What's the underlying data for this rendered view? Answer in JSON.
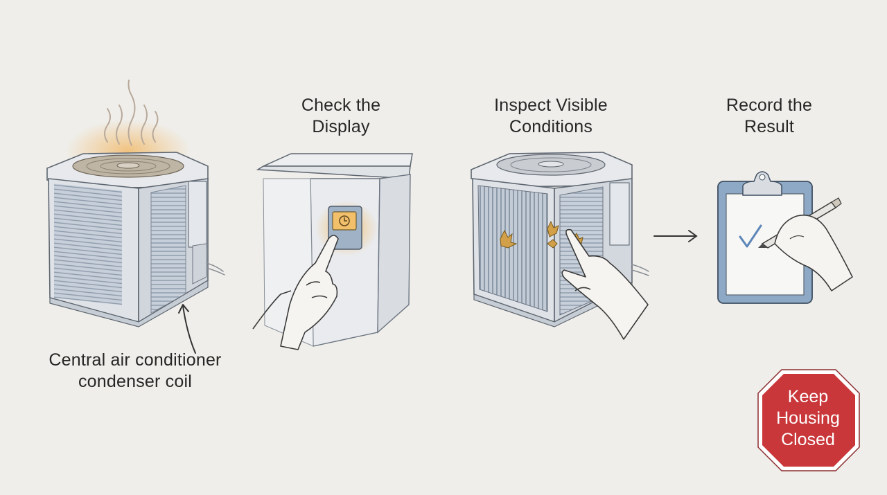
{
  "steps": [
    {
      "lines": [
        "Check the",
        "Display"
      ]
    },
    {
      "lines": [
        "Inspect Visible",
        "Conditions"
      ]
    },
    {
      "lines": [
        "Record the",
        "Result"
      ]
    }
  ],
  "condenser_label": {
    "lines": [
      "Central air conditioner",
      "condenser coil"
    ]
  },
  "stop_sign": {
    "lines": [
      "Keep",
      "Housing",
      "Closed"
    ],
    "color": "#c9373a"
  },
  "colors": {
    "background": "#efeeea",
    "heat_glow": "#f0b860",
    "panel_blue": "#9fb2c6",
    "clipboard_blue": "#8ea9c6",
    "check_blue": "#5d86b8",
    "debris": "#c99a3e"
  }
}
